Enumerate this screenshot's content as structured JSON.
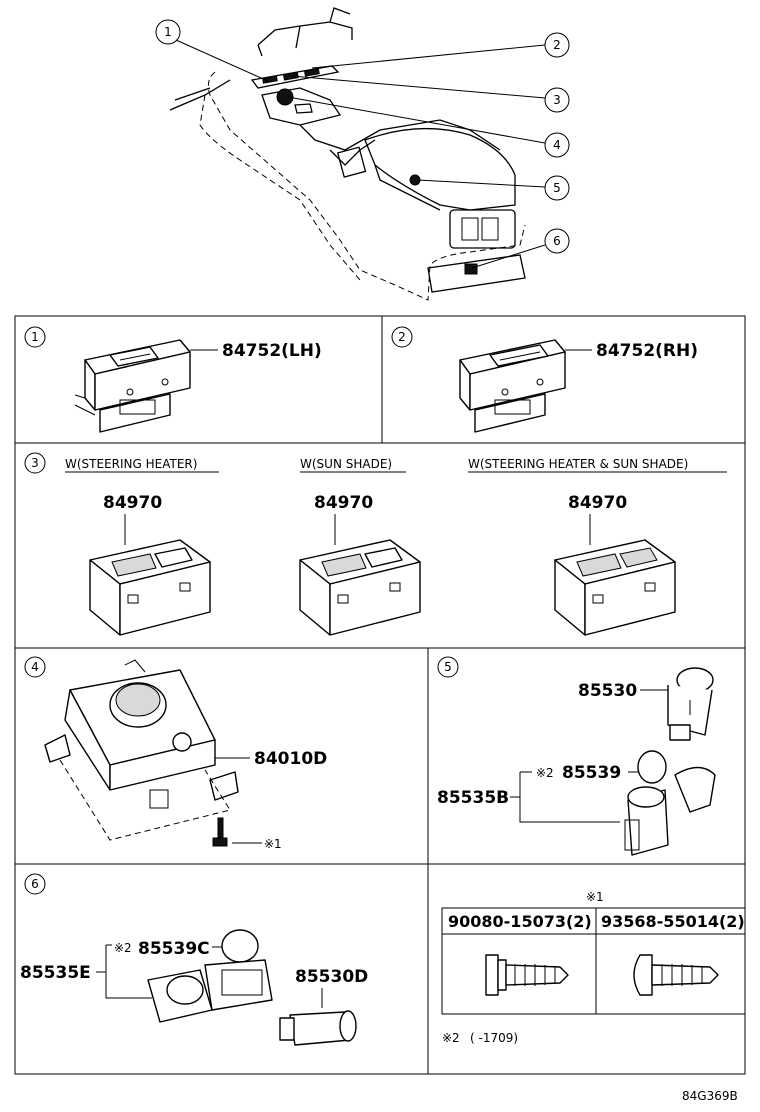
{
  "callouts": [
    "1",
    "2",
    "3",
    "4",
    "5",
    "6"
  ],
  "panel1": {
    "index": "1",
    "part": "84752(LH)"
  },
  "panel2": {
    "index": "2",
    "part": "84752(RH)"
  },
  "panel3": {
    "index": "3",
    "variants": [
      {
        "caption": "W(STEERING HEATER)",
        "part": "84970"
      },
      {
        "caption": "W(SUN SHADE)",
        "part": "84970"
      },
      {
        "caption": "W(STEERING HEATER & SUN SHADE)",
        "part": "84970"
      }
    ]
  },
  "panel4": {
    "index": "4",
    "part": "84010D",
    "screw_mark": "※1"
  },
  "panel5": {
    "index": "5",
    "parts": [
      "85530",
      "85539",
      "85535B"
    ],
    "mark": "※2"
  },
  "panel6": {
    "index": "6",
    "parts": [
      "85539C",
      "85535E",
      "85530D"
    ],
    "mark": "※2"
  },
  "fasteners": {
    "heading": "※1",
    "items": [
      {
        "part": "90080-15073(2)"
      },
      {
        "part": "93568-55014(2)"
      }
    ]
  },
  "footnote": {
    "mark": "※2",
    "text": "(      -1709)"
  },
  "diagram_code": "84G369B"
}
